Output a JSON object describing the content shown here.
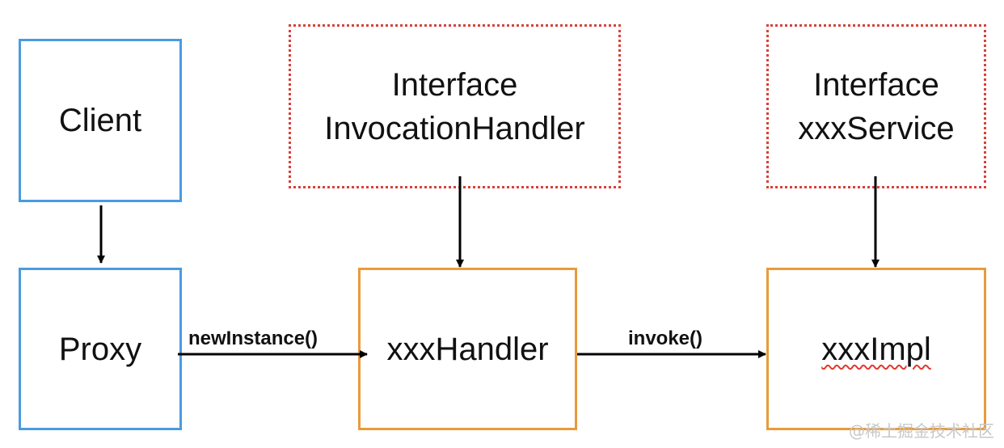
{
  "nodes": {
    "client": {
      "label": "Client"
    },
    "proxy": {
      "label": "Proxy"
    },
    "invocation_handler_interface": {
      "line1": "Interface",
      "line2": "InvocationHandler"
    },
    "xxx_handler": {
      "label": "xxxHandler"
    },
    "xxx_service_interface": {
      "line1": "Interface",
      "line2": "xxxService"
    },
    "xxx_impl": {
      "label": "xxxImpl"
    }
  },
  "edges": {
    "proxy_to_handler": {
      "label": "newInstance()"
    },
    "handler_to_impl": {
      "label": "invoke()"
    }
  },
  "watermark": "@稀土掘金技术社区",
  "colors": {
    "client_border": "#4a9be0",
    "impl_border": "#e89b3a",
    "interface_border": "#d9403a",
    "arrow": "#000000"
  }
}
